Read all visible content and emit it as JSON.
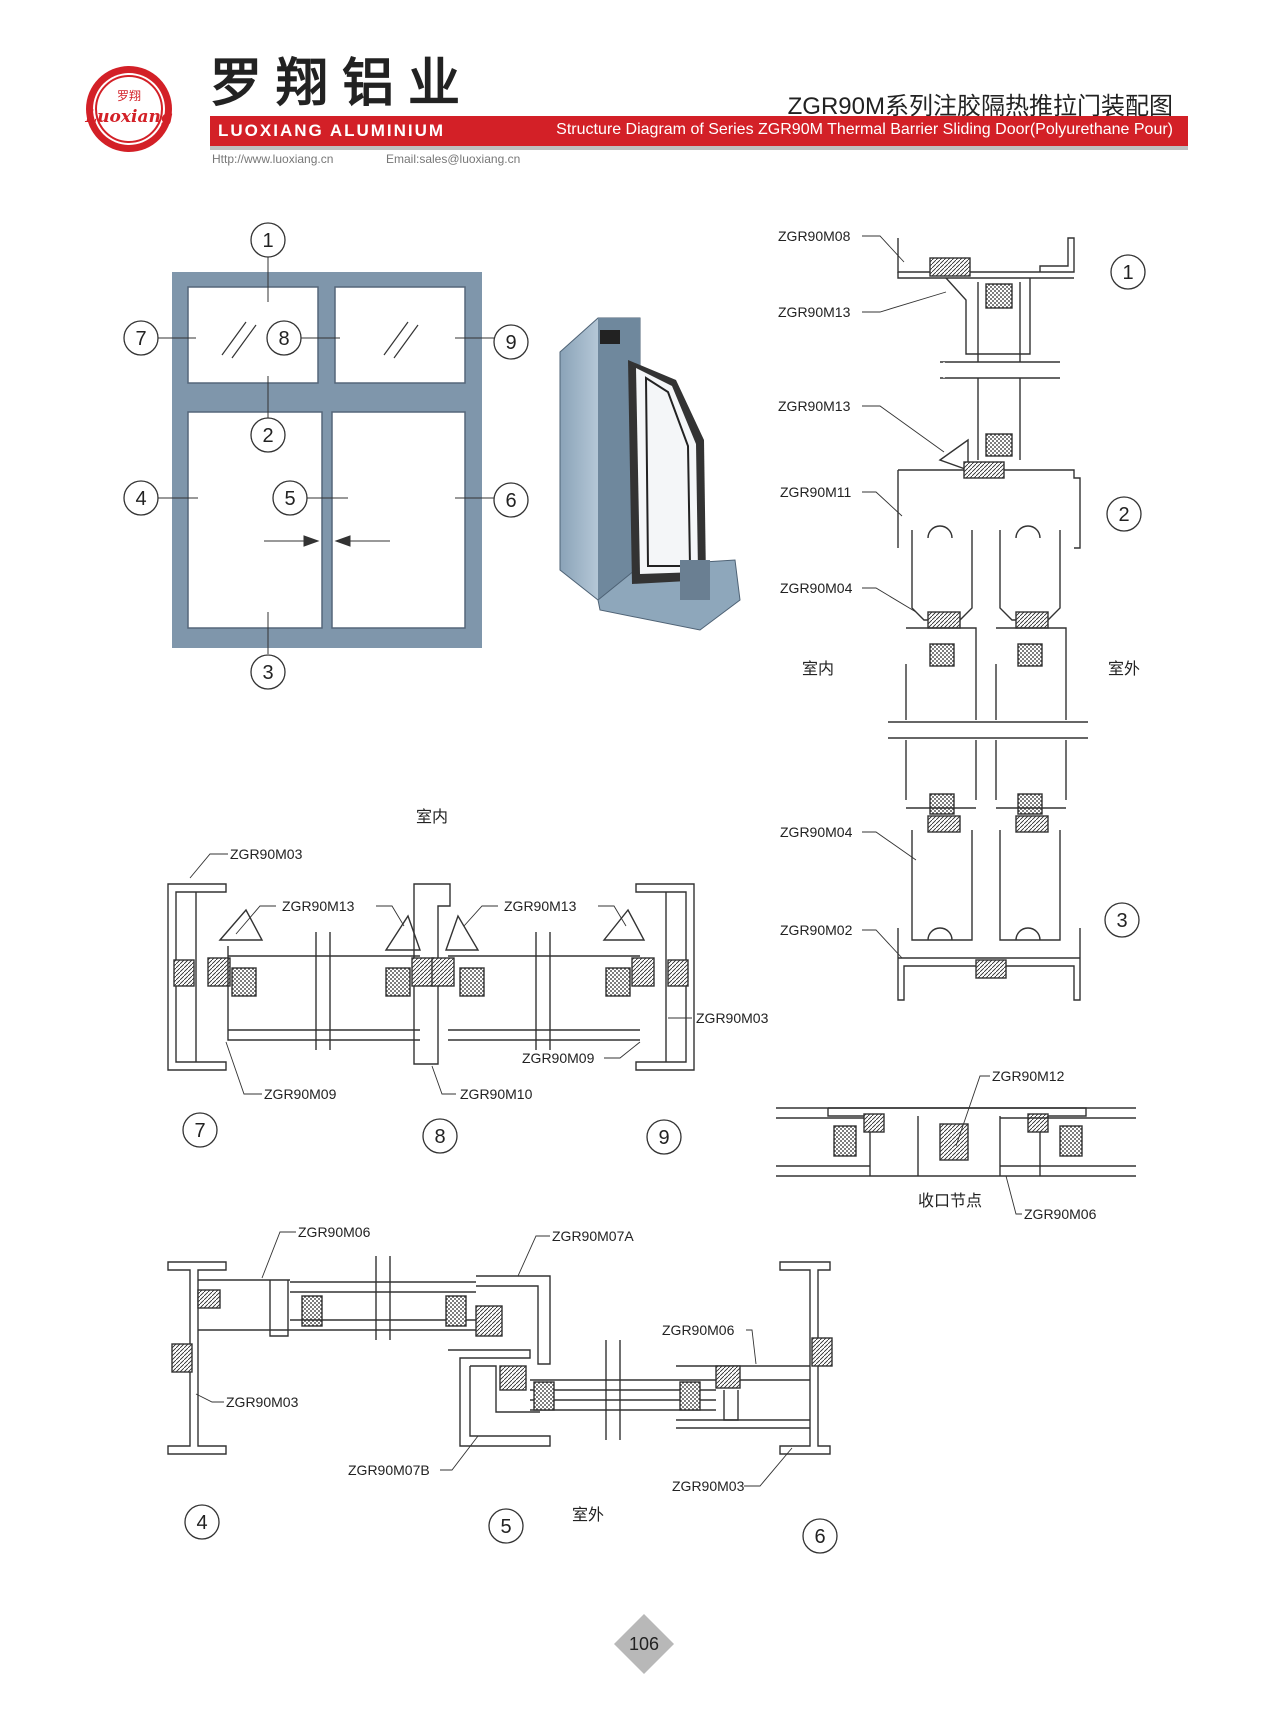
{
  "header": {
    "logo_cn": "罗翔铝业",
    "logo_en": "LUOXIANG ALUMINIUM",
    "logo_badge_top": "罗翔",
    "logo_badge_script": "Luoxiang",
    "title_cn": "ZGR90M系列注胶隔热推拉门装配图",
    "subtitle_en": "Structure Diagram of Series ZGR90M Thermal Barrier Sliding Door(Polyurethane Pour)",
    "website": "Http://www.luoxiang.cn",
    "email": "Email:sales@luoxiang.cn"
  },
  "callouts": {
    "c1": "1",
    "c2": "2",
    "c3": "3",
    "c4": "4",
    "c5": "5",
    "c6": "6",
    "c7": "7",
    "c8": "8",
    "c9": "9"
  },
  "labels": {
    "indoor": "室内",
    "outdoor": "室外",
    "closing_node": "收口节点",
    "m02": "ZGR90M02",
    "m03": "ZGR90M03",
    "m04": "ZGR90M04",
    "m06": "ZGR90M06",
    "m07a": "ZGR90M07A",
    "m07b": "ZGR90M07B",
    "m08": "ZGR90M08",
    "m09": "ZGR90M09",
    "m10": "ZGR90M10",
    "m11": "ZGR90M11",
    "m12": "ZGR90M12",
    "m13": "ZGR90M13"
  },
  "footer": {
    "page_number": "106"
  },
  "colors": {
    "brand_red": "#d32027",
    "frame_blue": "#7f96ab",
    "line": "#333333"
  }
}
